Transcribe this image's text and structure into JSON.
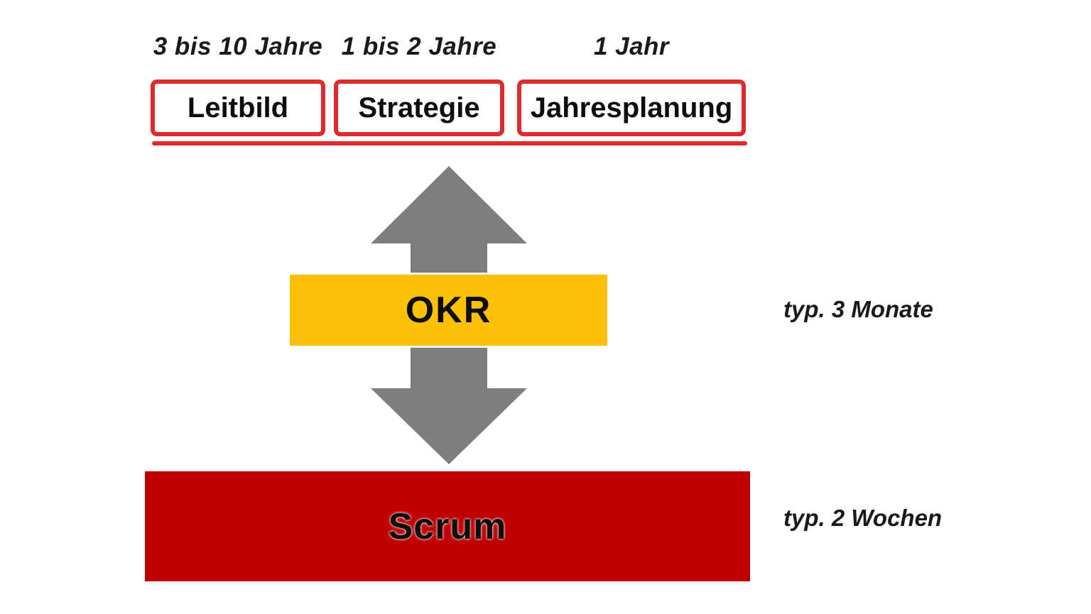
{
  "colors": {
    "box_border_red": "#dd2b2e",
    "scrum_red": "#c00000",
    "okr_yellow": "#fcc107",
    "arrow_gray": "#7e7e7e",
    "text_black": "#0d0d0d"
  },
  "timeline": {
    "items": [
      {
        "duration": "3 bis 10 Jahre",
        "label": "Leitbild"
      },
      {
        "duration": "1 bis 2 Jahre",
        "label": "Strategie"
      },
      {
        "duration": "1 Jahr",
        "label": "Jahresplanung"
      }
    ]
  },
  "okr": {
    "label": "OKR",
    "cadence": "typ. 3 Monate"
  },
  "scrum": {
    "label": "Scrum",
    "cadence": "typ. 2 Wochen"
  }
}
